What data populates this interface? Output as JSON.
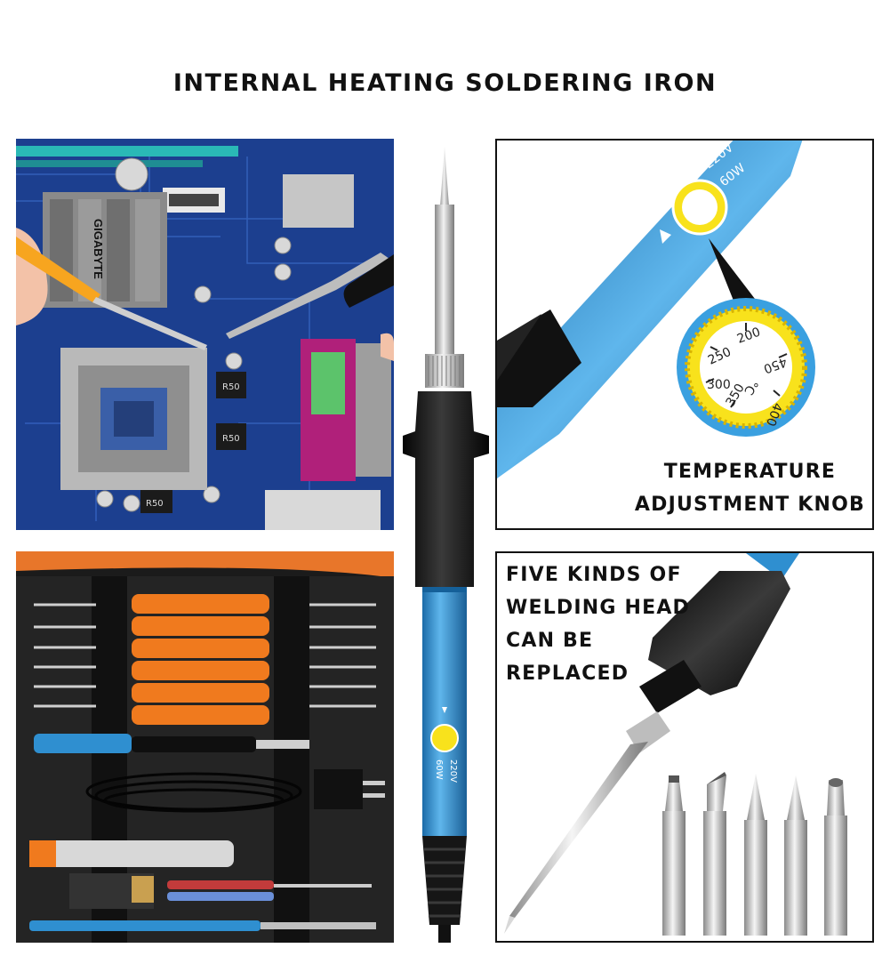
{
  "title": "INTERNAL HEATING SOLDERING IRON",
  "iron_labels": {
    "voltage": "220V",
    "power": "60W"
  },
  "knob": {
    "scale": [
      "200",
      "250",
      "300",
      "350",
      "400",
      "450"
    ],
    "unit": "°C",
    "caption_lines": [
      "TEMPERATURE",
      "ADJUSTMENT KNOB"
    ]
  },
  "tips": {
    "caption_lines": [
      "FIVE KINDS OF",
      "WELDING HEAD",
      "CAN BE",
      "REPLACED"
    ],
    "count": 5
  },
  "motherboard": {
    "brand": "GIGABYTE",
    "chips": [
      "R50",
      "R50",
      "R50"
    ]
  },
  "colors": {
    "iron_blue": "#2f8fd0",
    "iron_black": "#141414",
    "board_blue": "#1c3f8f",
    "tool_orange": "#f07a1e",
    "knob_yellow": "#f8e21c"
  }
}
